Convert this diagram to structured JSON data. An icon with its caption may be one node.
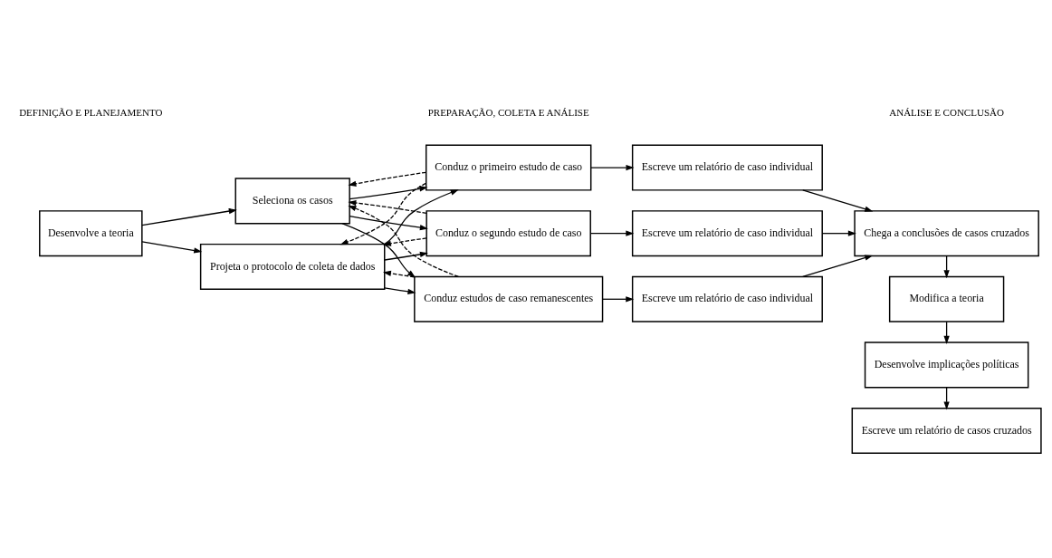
{
  "diagram": {
    "nodes": [
      {
        "text": [
          "Desenvolve a teoria"
        ]
      },
      {
        "text": [
          "Seleciona os casos"
        ]
      },
      {
        "text": [
          "Projeta o protocolo de coleta de dados"
        ]
      },
      {
        "text": [
          "Conduz o primeiro estudo de caso"
        ]
      },
      {
        "text": [
          "Conduz o segundo estudo de caso"
        ]
      },
      {
        "text": [
          "Conduz estudos de caso remanescentes"
        ]
      },
      {
        "text": [
          "Escreve um relatório de caso individual"
        ]
      },
      {
        "text": [
          "Escreve um relatório de caso individual"
        ]
      },
      {
        "text": [
          "Escreve um relatório de caso individual"
        ]
      },
      {
        "text": [
          "Chega a conclusões de casos cruzados"
        ]
      },
      {
        "text": [
          "Modifica a teoria"
        ]
      },
      {
        "text": [
          "Desenvolve implicações políticas"
        ]
      },
      {
        "text": [
          "Escreve um relatório de casos cruzados"
        ]
      }
    ],
    "edges": [
      {
        "from": 0,
        "to": 1,
        "arrow": "to"
      },
      {
        "from": 0,
        "to": 2,
        "arrow": "to"
      },
      {
        "from": 1,
        "to": 3,
        "arrow": "to"
      },
      {
        "from": 1,
        "to": 4,
        "arrow": "to"
      },
      {
        "from": 1,
        "to": 5,
        "arrow": "to"
      },
      {
        "from": 2,
        "to": 3,
        "arrow": "to"
      },
      {
        "from": 2,
        "to": 4,
        "arrow": "to"
      },
      {
        "from": 2,
        "to": 5,
        "arrow": "to"
      },
      {
        "from": 3,
        "to": 6,
        "arrow": "to"
      },
      {
        "from": 4,
        "to": 7,
        "arrow": "to"
      },
      {
        "from": 5,
        "to": 8,
        "arrow": "to"
      },
      {
        "from": 3,
        "to": 1,
        "arrow": "to",
        "style": "dashed"
      },
      {
        "from": 3,
        "to": 2,
        "arrow": "to",
        "style": "dashed"
      },
      {
        "from": 4,
        "to": 1,
        "arrow": "to",
        "style": "dashed"
      },
      {
        "from": 4,
        "to": 2,
        "arrow": "to",
        "style": "dashed"
      },
      {
        "from": 5,
        "to": 1,
        "arrow": "to",
        "style": "dashed"
      },
      {
        "from": 5,
        "to": 2,
        "arrow": "to",
        "style": "dashed"
      },
      {
        "from": 6,
        "to": 9,
        "arrow": "to"
      },
      {
        "from": 7,
        "to": 9,
        "arrow": "to"
      },
      {
        "from": 8,
        "to": 9,
        "arrow": "to"
      },
      {
        "from": 9,
        "to": 10,
        "arrow": "to"
      },
      {
        "from": 10,
        "to": 11,
        "arrow": "to"
      },
      {
        "from": 11,
        "to": 12,
        "arrow": "to"
      }
    ],
    "labels": [
      "DEFINIÇÃO E PLANEJAMENTO",
      "PREPARAÇÃO, COLETA E ANÁLISE",
      "ANÁLISE E CONCLUSÃO"
    ]
  }
}
